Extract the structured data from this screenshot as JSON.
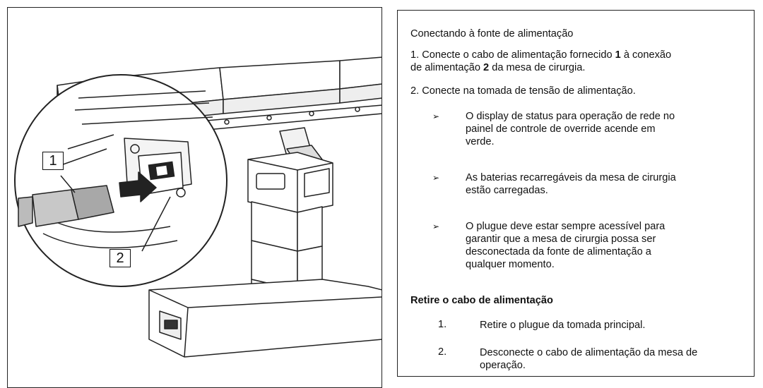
{
  "figure": {
    "callout_1": "1",
    "callout_2": "2"
  },
  "instructions": {
    "heading": "Conectando à fonte de alimentação",
    "step1_prefix": "1. Conecte o cabo de alimentação fornecido ",
    "step1_ref1": "1",
    "step1_mid": " à conexão",
    "step1_line2_prefix": "de alimentação ",
    "step1_ref2": "2",
    "step1_line2_suffix": " da mesa de cirurgia.",
    "step2": "2. Conecte na tomada de tensão de alimentação.",
    "bullet_symbol": "➢",
    "results": [
      {
        "lines": [
          "O display de status para operação de rede no",
          "painel de controle de override acende em",
          "verde."
        ]
      },
      {
        "lines": [
          "As baterias recarregáveis da mesa de cirurgia",
          "estão carregadas."
        ]
      },
      {
        "lines": [
          "O plugue deve estar sempre acessível para",
          "garantir que a mesa de cirurgia possa ser",
          "desconectada da fonte de alimentação a",
          "qualquer momento."
        ]
      }
    ],
    "removal_heading": "Retire o cabo de alimentação",
    "removal_steps": [
      {
        "num": "1.",
        "text": "Retire o plugue da tomada principal."
      },
      {
        "num": "2.",
        "lines": [
          "Desconecte o cabo de alimentação da mesa de",
          "operação."
        ]
      }
    ]
  }
}
